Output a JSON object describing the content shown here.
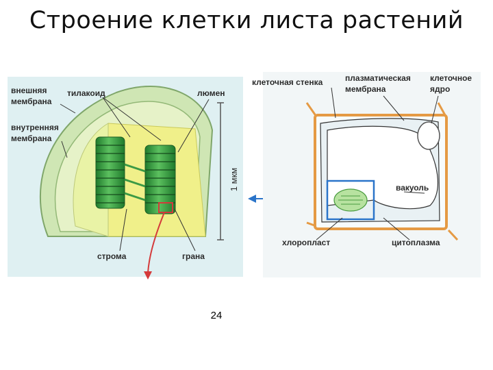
{
  "title": "Строение клетки листа растений",
  "page_number": "24",
  "chloroplast_labels": {
    "outer_membrane_1": "внешняя",
    "outer_membrane_2": "мембрана",
    "inner_membrane_1": "внутренняя",
    "inner_membrane_2": "мембрана",
    "thylakoid": "тилакоид",
    "lumen": "люмен",
    "scale": "1 мкм",
    "stroma": "строма",
    "grana": "грана"
  },
  "cell_labels": {
    "cell_wall": "клеточная стенка",
    "plasma_membrane_1": "плазматическая",
    "plasma_membrane_2": "мембрана",
    "nucleus_1": "клеточное",
    "nucleus_2": "ядро",
    "vacuole": "вакуоль",
    "chloroplast": "хлоропласт",
    "cytoplasm": "цитоплазма"
  },
  "colors": {
    "panel_background": "#dff0f2",
    "chloroplast_outer": "#cfe6b4",
    "stroma": "#f0f08a",
    "grana": "#2f9a3a",
    "cell_wall": "#e59a44",
    "highlight_box": "#2a74c9",
    "arrow_blue": "#2a74c9",
    "arrow_red": "#d43a3a"
  }
}
